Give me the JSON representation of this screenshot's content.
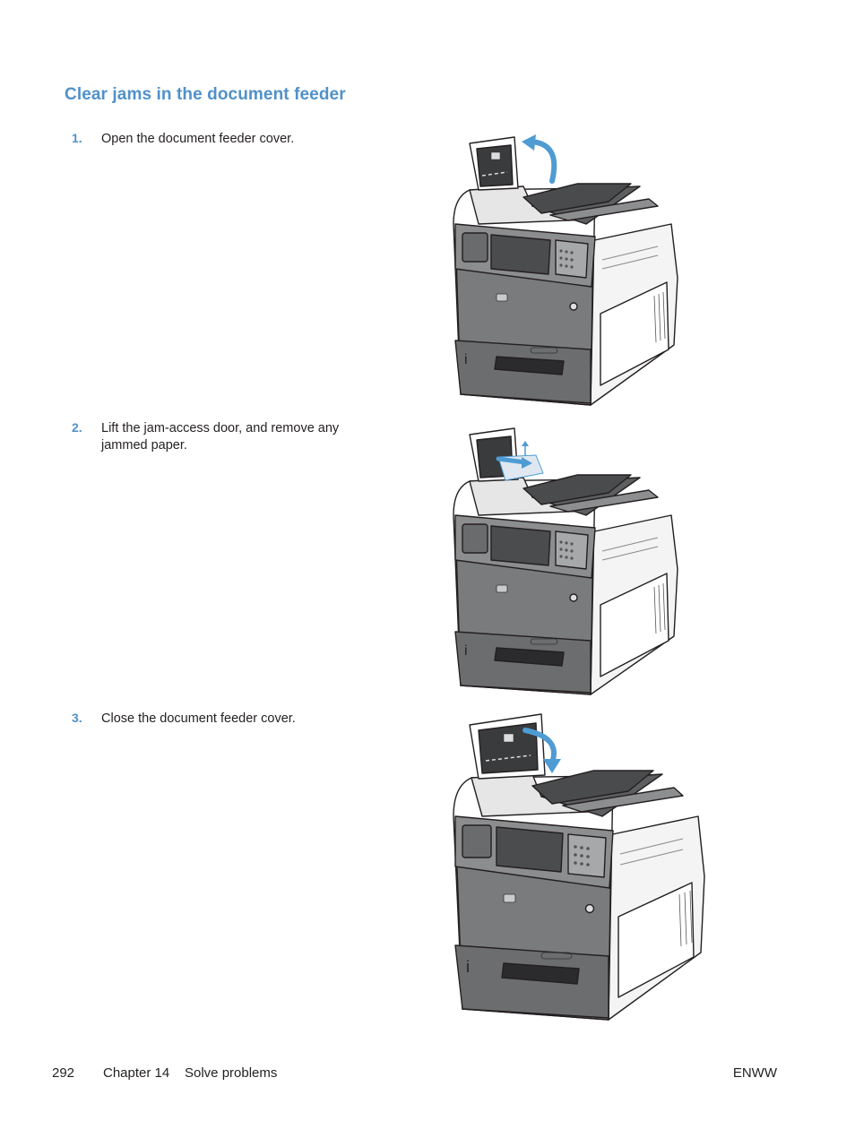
{
  "section": {
    "title": "Clear jams in the document feeder"
  },
  "steps": [
    {
      "number": "1.",
      "text": "Open the document feeder cover."
    },
    {
      "number": "2.",
      "text": "Lift the jam-access door, and remove any jammed paper."
    },
    {
      "number": "3.",
      "text": "Close the document feeder cover."
    }
  ],
  "footer": {
    "page_number": "292",
    "chapter": "Chapter 14",
    "chapter_title": "Solve problems",
    "edition": "ENWW"
  },
  "colors": {
    "heading": "#5191c8",
    "arrow": "#4f9bd3",
    "printer_body": "#7a7b7d",
    "text": "#231f20"
  },
  "icons": {
    "printer_figure": "printer-illustration",
    "arrow": "curved-arrow-icon"
  }
}
